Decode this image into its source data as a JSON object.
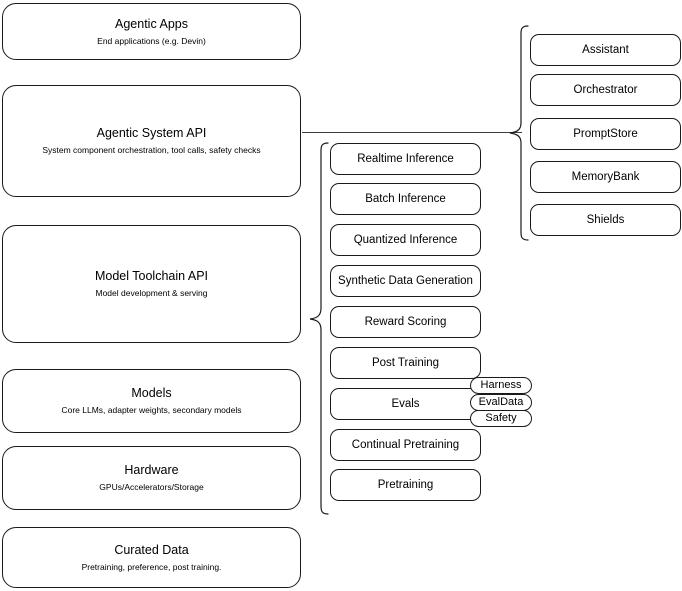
{
  "diagram": {
    "title": "Agentic AI stack layered architecture",
    "stroke_color": "#1a1a1a",
    "background_color": "#ffffff"
  },
  "layers": [
    {
      "id": "agentic-apps",
      "title": "Agentic Apps",
      "subtitle": "End applications (e.g. Devin)"
    },
    {
      "id": "agentic-system-api",
      "title": "Agentic System API",
      "subtitle": "System component orchestration, tool calls, safety checks"
    },
    {
      "id": "model-toolchain-api",
      "title": "Model Toolchain API",
      "subtitle": "Model development & serving"
    },
    {
      "id": "models",
      "title": "Models",
      "subtitle": "Core LLMs, adapter weights, secondary models"
    },
    {
      "id": "hardware",
      "title": "Hardware",
      "subtitle": "GPUs/Accelerators/Storage"
    },
    {
      "id": "curated-data",
      "title": "Curated Data",
      "subtitle": "Pretraining, preference, post training."
    }
  ],
  "system_components": [
    {
      "id": "assistant",
      "label": "Assistant"
    },
    {
      "id": "orchestrator",
      "label": "Orchestrator"
    },
    {
      "id": "promptstore",
      "label": "PromptStore"
    },
    {
      "id": "memorybank",
      "label": "MemoryBank"
    },
    {
      "id": "shields",
      "label": "Shields"
    }
  ],
  "toolchain_components": [
    {
      "id": "realtime-inference",
      "label": "Realtime Inference"
    },
    {
      "id": "batch-inference",
      "label": "Batch Inference"
    },
    {
      "id": "quantized-inference",
      "label": "Quantized Inference"
    },
    {
      "id": "synthetic-data-generation",
      "label": "Synthetic Data Generation"
    },
    {
      "id": "reward-scoring",
      "label": "Reward Scoring"
    },
    {
      "id": "post-training",
      "label": "Post Training"
    },
    {
      "id": "evals",
      "label": "Evals"
    },
    {
      "id": "continual-pretraining",
      "label": "Continual Pretraining"
    },
    {
      "id": "pretraining",
      "label": "Pretraining"
    }
  ],
  "eval_subcomponents": [
    {
      "id": "harness",
      "label": "Harness"
    },
    {
      "id": "evaldata",
      "label": "EvalData"
    },
    {
      "id": "safety",
      "label": "Safety"
    }
  ]
}
